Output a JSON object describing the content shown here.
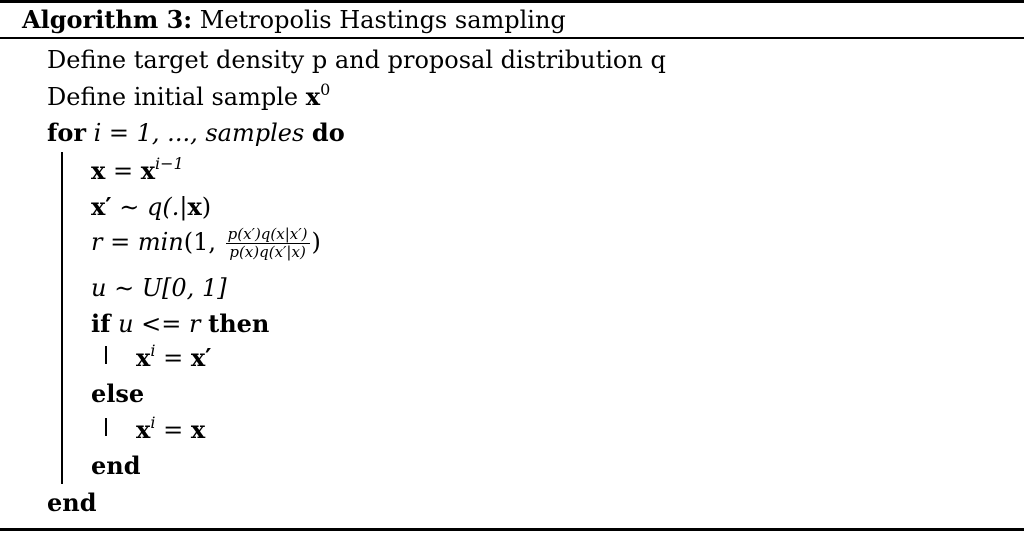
{
  "caption": {
    "label": "Algorithm 3:",
    "title": "Metropolis Hastings sampling"
  },
  "lines": {
    "define_target": "Define target density p and proposal distribution q",
    "define_initial": "Define initial sample ",
    "x0_base": "x",
    "x0_sup": "0",
    "for_kw": "for",
    "for_iter": " i = 1, ..., ",
    "for_samples": "samples",
    "do_kw": "do",
    "assign_lhs": "x",
    "assign_eq": " = ",
    "assign_rhs": "x",
    "assign_sup": "i−1",
    "propose_lhs": "x′",
    "propose_rest": " ∼ q(.|",
    "propose_x": "x",
    "propose_close": ")",
    "r_lhs": "r",
    "r_eq": " = ",
    "r_min": "min",
    "r_open": "(1, ",
    "r_num": "p(x′)q(x|x′)",
    "r_den": "p(x)q(x′|x)",
    "r_close": ")",
    "u_line": "u ∼ U[0, 1]",
    "if_kw": "if",
    "if_cond": " u <= r ",
    "then_kw": "then",
    "accept_lhs": "x",
    "accept_sup": "i",
    "accept_eq": " = ",
    "accept_rhs": "x′",
    "else_kw": "else",
    "reject_lhs": "x",
    "reject_sup": "i",
    "reject_eq": " = ",
    "reject_rhs": "x",
    "end_inner": "end",
    "end_outer": "end"
  }
}
